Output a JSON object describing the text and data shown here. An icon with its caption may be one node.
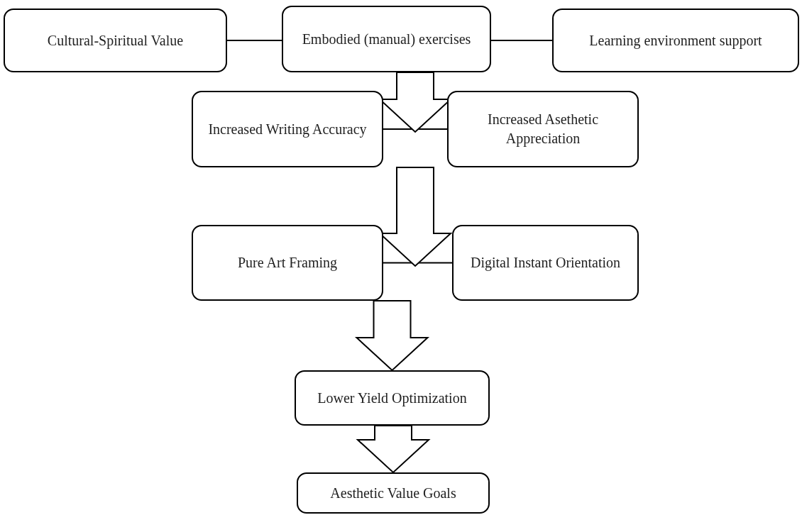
{
  "diagram": {
    "nodes": [
      {
        "text": [
          "Cultural-Spiritual Value"
        ]
      },
      {
        "text": [
          "Embodied (manual) exercises"
        ]
      },
      {
        "text": [
          "Learning environment support"
        ]
      },
      {
        "text": [
          "Increased Writing Accuracy"
        ]
      },
      {
        "text": [
          "Increased Asethetic Appreciation"
        ]
      },
      {
        "text": [
          "Pure Art Framing"
        ]
      },
      {
        "text": [
          "Digital Instant Orientation"
        ]
      },
      {
        "text": [
          "Lower Yield Optimization"
        ]
      },
      {
        "text": [
          "Aesthetic Value Goals"
        ]
      }
    ],
    "edges": [
      {
        "from": 0,
        "to": 1,
        "arrow": "none"
      },
      {
        "from": 1,
        "to": 2,
        "arrow": "none"
      },
      {
        "from": 3,
        "to": 4,
        "arrow": "none"
      },
      {
        "from": 5,
        "to": 6,
        "arrow": "none"
      },
      {
        "from": 1,
        "to": 3,
        "arrow": "to",
        "style": "thick"
      },
      {
        "from": 1,
        "to": 4,
        "arrow": "to",
        "style": "thick"
      },
      {
        "from": 3,
        "to": 5,
        "arrow": "to",
        "style": "thick"
      },
      {
        "from": 3,
        "to": 6,
        "arrow": "to",
        "style": "thick"
      },
      {
        "from": 4,
        "to": 5,
        "arrow": "to",
        "style": "thick"
      },
      {
        "from": 4,
        "to": 6,
        "arrow": "to",
        "style": "thick"
      },
      {
        "from": 5,
        "to": 7,
        "arrow": "to",
        "style": "thick"
      },
      {
        "from": 6,
        "to": 7,
        "arrow": "to",
        "style": "thick"
      },
      {
        "from": 7,
        "to": 8,
        "arrow": "to",
        "style": "thick"
      }
    ]
  }
}
